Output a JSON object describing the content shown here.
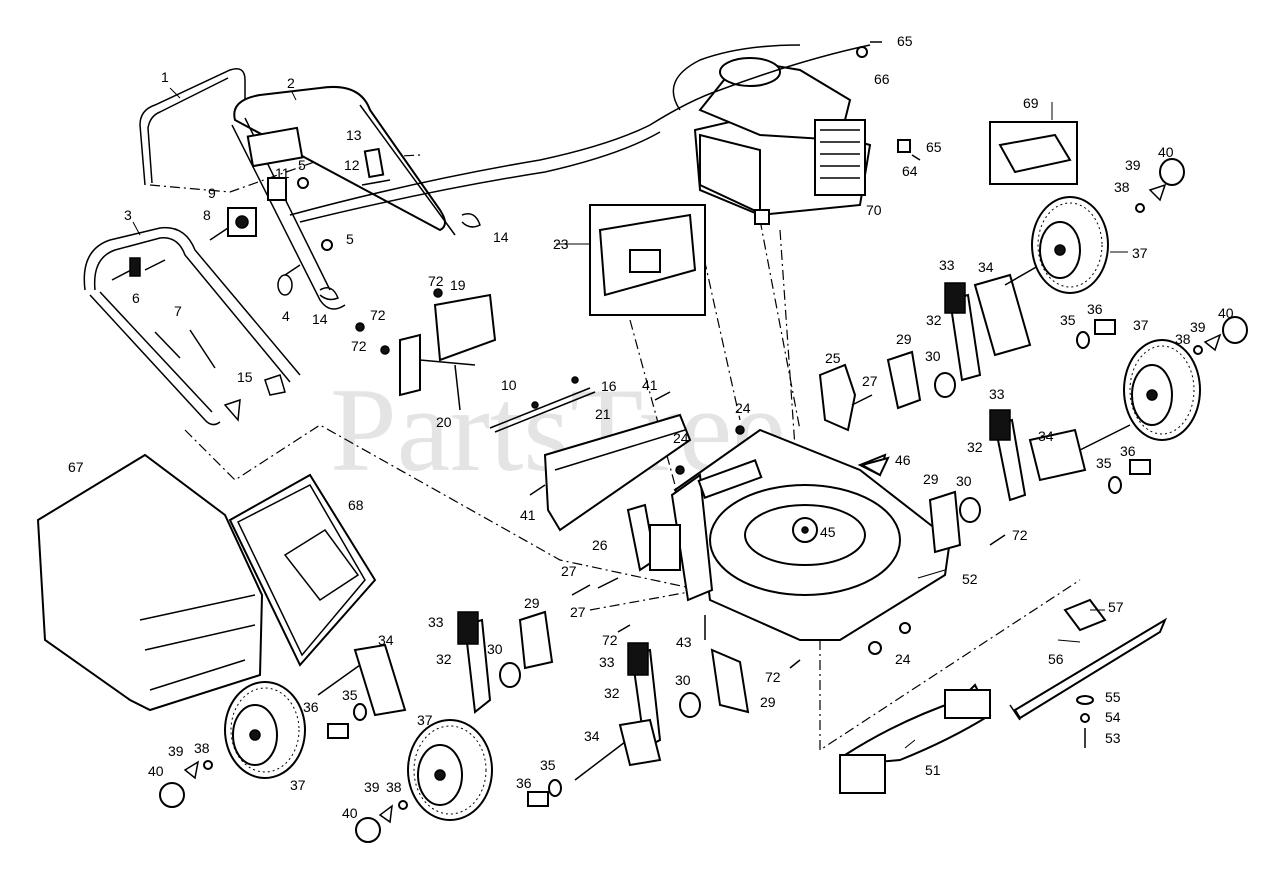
{
  "watermark": "PartsTree",
  "callouts": [
    {
      "id": "c1",
      "text": "1"
    },
    {
      "id": "c2",
      "text": "2"
    },
    {
      "id": "c3",
      "text": "3"
    },
    {
      "id": "c4",
      "text": "4"
    },
    {
      "id": "c5a",
      "text": "5"
    },
    {
      "id": "c5b",
      "text": "5"
    },
    {
      "id": "c6",
      "text": "6"
    },
    {
      "id": "c7",
      "text": "7"
    },
    {
      "id": "c8",
      "text": "8"
    },
    {
      "id": "c9",
      "text": "9"
    },
    {
      "id": "c10",
      "text": "10"
    },
    {
      "id": "c11",
      "text": "11"
    },
    {
      "id": "c12",
      "text": "12"
    },
    {
      "id": "c13",
      "text": "13"
    },
    {
      "id": "c14a",
      "text": "14"
    },
    {
      "id": "c14b",
      "text": "14"
    },
    {
      "id": "c15",
      "text": "15"
    },
    {
      "id": "c16",
      "text": "16"
    },
    {
      "id": "c19",
      "text": "19"
    },
    {
      "id": "c20",
      "text": "20"
    },
    {
      "id": "c21",
      "text": "21"
    },
    {
      "id": "c23",
      "text": "23"
    },
    {
      "id": "c24a",
      "text": "24"
    },
    {
      "id": "c24b",
      "text": "24"
    },
    {
      "id": "c24c",
      "text": "24"
    },
    {
      "id": "c25",
      "text": "25"
    },
    {
      "id": "c26",
      "text": "26"
    },
    {
      "id": "c27a",
      "text": "27"
    },
    {
      "id": "c27b",
      "text": "27"
    },
    {
      "id": "c27c",
      "text": "27"
    },
    {
      "id": "c29a",
      "text": "29"
    },
    {
      "id": "c29b",
      "text": "29"
    },
    {
      "id": "c29c",
      "text": "29"
    },
    {
      "id": "c29d",
      "text": "29"
    },
    {
      "id": "c30a",
      "text": "30"
    },
    {
      "id": "c30b",
      "text": "30"
    },
    {
      "id": "c30c",
      "text": "30"
    },
    {
      "id": "c30d",
      "text": "30"
    },
    {
      "id": "c32a",
      "text": "32"
    },
    {
      "id": "c32b",
      "text": "32"
    },
    {
      "id": "c32c",
      "text": "32"
    },
    {
      "id": "c32d",
      "text": "32"
    },
    {
      "id": "c33a",
      "text": "33"
    },
    {
      "id": "c33b",
      "text": "33"
    },
    {
      "id": "c33c",
      "text": "33"
    },
    {
      "id": "c33d",
      "text": "33"
    },
    {
      "id": "c34a",
      "text": "34"
    },
    {
      "id": "c34b",
      "text": "34"
    },
    {
      "id": "c34c",
      "text": "34"
    },
    {
      "id": "c34d",
      "text": "34"
    },
    {
      "id": "c35a",
      "text": "35"
    },
    {
      "id": "c35b",
      "text": "35"
    },
    {
      "id": "c35c",
      "text": "35"
    },
    {
      "id": "c35d",
      "text": "35"
    },
    {
      "id": "c36a",
      "text": "36"
    },
    {
      "id": "c36b",
      "text": "36"
    },
    {
      "id": "c36c",
      "text": "36"
    },
    {
      "id": "c36d",
      "text": "36"
    },
    {
      "id": "c37a",
      "text": "37"
    },
    {
      "id": "c37b",
      "text": "37"
    },
    {
      "id": "c37c",
      "text": "37"
    },
    {
      "id": "c37d",
      "text": "37"
    },
    {
      "id": "c38a",
      "text": "38"
    },
    {
      "id": "c38b",
      "text": "38"
    },
    {
      "id": "c38c",
      "text": "38"
    },
    {
      "id": "c38d",
      "text": "38"
    },
    {
      "id": "c39a",
      "text": "39"
    },
    {
      "id": "c39b",
      "text": "39"
    },
    {
      "id": "c39c",
      "text": "39"
    },
    {
      "id": "c39d",
      "text": "39"
    },
    {
      "id": "c40a",
      "text": "40"
    },
    {
      "id": "c40b",
      "text": "40"
    },
    {
      "id": "c40c",
      "text": "40"
    },
    {
      "id": "c40d",
      "text": "40"
    },
    {
      "id": "c41a",
      "text": "41"
    },
    {
      "id": "c41b",
      "text": "41"
    },
    {
      "id": "c43",
      "text": "43"
    },
    {
      "id": "c45",
      "text": "45"
    },
    {
      "id": "c46",
      "text": "46"
    },
    {
      "id": "c51",
      "text": "51"
    },
    {
      "id": "c52",
      "text": "52"
    },
    {
      "id": "c53",
      "text": "53"
    },
    {
      "id": "c54",
      "text": "54"
    },
    {
      "id": "c55",
      "text": "55"
    },
    {
      "id": "c56",
      "text": "56"
    },
    {
      "id": "c57",
      "text": "57"
    },
    {
      "id": "c64",
      "text": "64"
    },
    {
      "id": "c65a",
      "text": "65"
    },
    {
      "id": "c65b",
      "text": "65"
    },
    {
      "id": "c66",
      "text": "66"
    },
    {
      "id": "c67",
      "text": "67"
    },
    {
      "id": "c68",
      "text": "68"
    },
    {
      "id": "c69",
      "text": "69"
    },
    {
      "id": "c70",
      "text": "70"
    },
    {
      "id": "c72a",
      "text": "72"
    },
    {
      "id": "c72b",
      "text": "72"
    },
    {
      "id": "c72c",
      "text": "72"
    },
    {
      "id": "c72d",
      "text": "72"
    },
    {
      "id": "c72e",
      "text": "72"
    },
    {
      "id": "c72f",
      "text": "72"
    }
  ]
}
